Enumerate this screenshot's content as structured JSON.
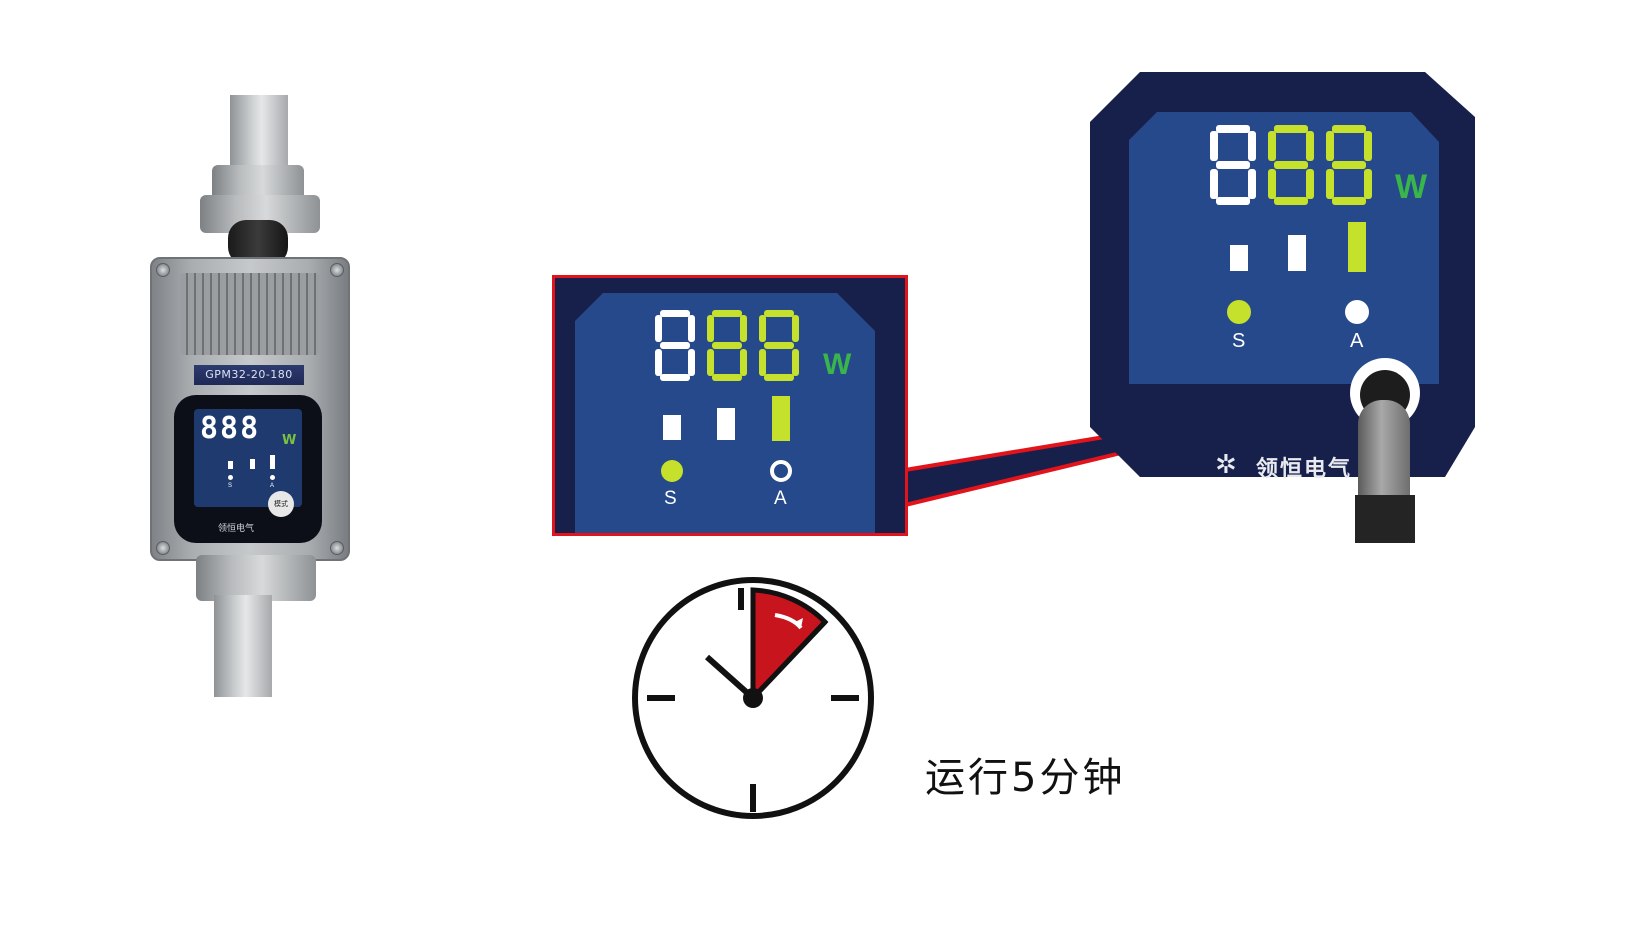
{
  "device": {
    "model_label": "GPM32-20-180",
    "display_digits": "888",
    "unit": "W",
    "mode_button_label": "模式",
    "brand": "领恒电气",
    "indicators": [
      {
        "label": "S"
      },
      {
        "label": "A"
      }
    ]
  },
  "zoom_panel": {
    "display_digits": "888",
    "unit": "W",
    "indicators": [
      {
        "label": "S"
      },
      {
        "label": "A"
      }
    ]
  },
  "big_panel": {
    "display_digits": "888",
    "unit": "W",
    "indicators": [
      {
        "label": "S"
      },
      {
        "label": "A"
      }
    ],
    "brand": "领恒电气"
  },
  "colors": {
    "digit_white": "#ffffff",
    "digit_green": "#c6e12b",
    "unit_green": "#39b54a",
    "callout_red": "#e3131b",
    "panel_navy": "#17204a",
    "screen_blue": "#25498a"
  },
  "caption": "运行5分钟"
}
